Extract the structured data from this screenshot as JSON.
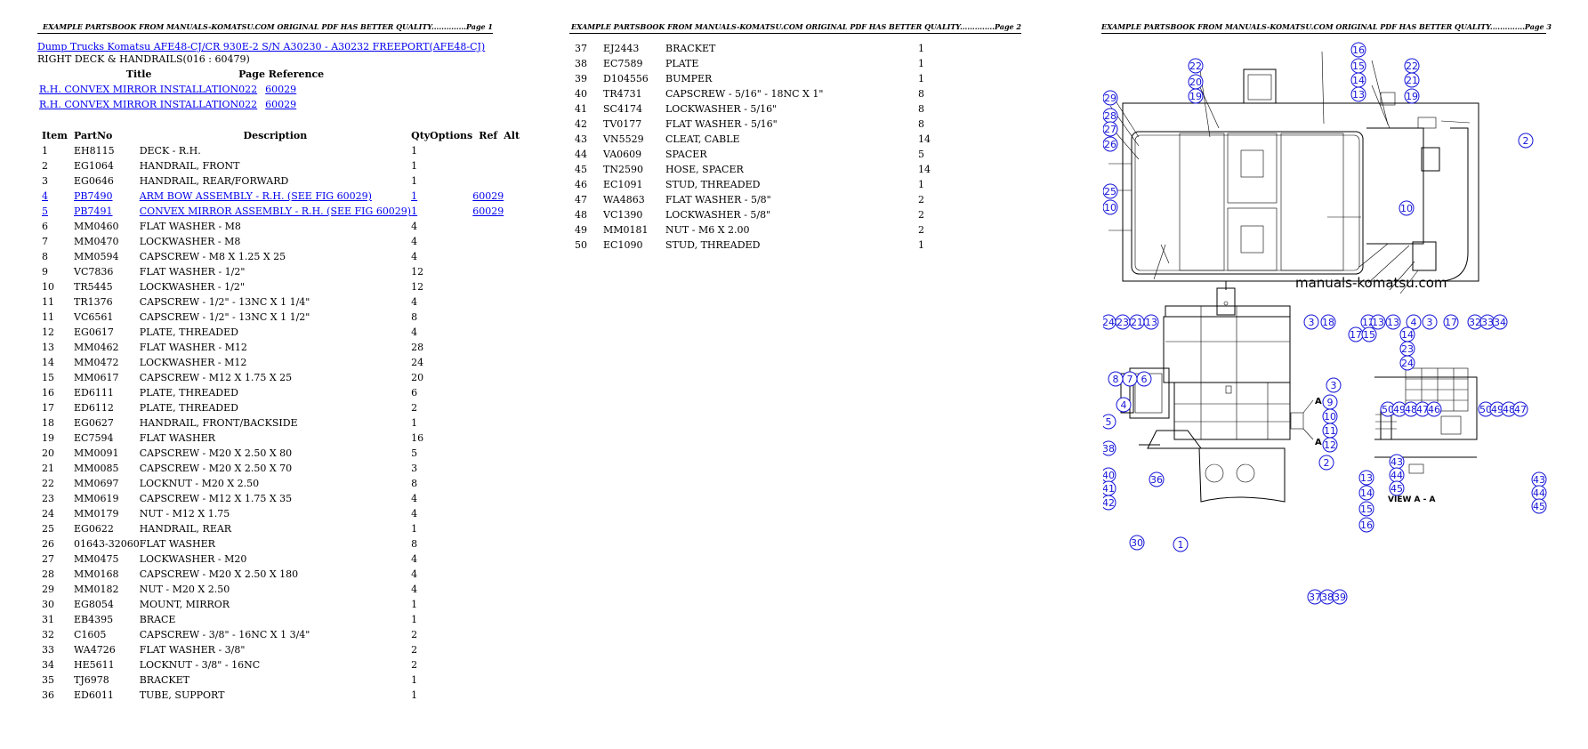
{
  "pages": {
    "p1": {
      "header": "EXAMPLE PARTSBOOK FROM MANUALS-KOMATSU.COM ORIGINAL PDF HAS BETTER QUALITY..............Page 1"
    },
    "p2": {
      "header": "EXAMPLE PARTSBOOK FROM MANUALS-KOMATSU.COM ORIGINAL PDF HAS BETTER QUALITY..............Page 2"
    },
    "p3": {
      "header": "EXAMPLE PARTSBOOK FROM MANUALS-KOMATSU.COM ORIGINAL PDF HAS BETTER QUALITY..............Page 3"
    }
  },
  "doc": {
    "title_link": "Dump Trucks Komatsu AFE48-CJ/CR 930E-2 S/N A30230 - A30232 FREEPORT(AFE48-CJ)",
    "subtitle": "RIGHT DECK & HANDRAILS(016 : 60479)"
  },
  "ref_table": {
    "headers": {
      "title": "Title",
      "page_reference": "Page Reference"
    },
    "rows": [
      {
        "title": "R.H. CONVEX MIRROR INSTALLATION",
        "page": "022",
        "ref": "60029"
      },
      {
        "title": "R.H. CONVEX MIRROR INSTALLATION",
        "page": "022",
        "ref": "60029"
      }
    ]
  },
  "parts_headers": {
    "item": "Item",
    "partno": "PartNo",
    "description": "Description",
    "qty": "Qty",
    "options": "Options",
    "ref": "Ref",
    "alt": "Alt"
  },
  "parts_page1": [
    {
      "item": "1",
      "partno": "EH8115",
      "desc": "DECK - R.H.",
      "qty": "1",
      "ref": ""
    },
    {
      "item": "2",
      "partno": "EG1064",
      "desc": "HANDRAIL, FRONT",
      "qty": "1",
      "ref": ""
    },
    {
      "item": "3",
      "partno": "EG0646",
      "desc": "HANDRAIL, REAR/FORWARD",
      "qty": "1",
      "ref": ""
    },
    {
      "item": "4",
      "partno": "PB7490",
      "desc": "ARM BOW ASSEMBLY - R.H. (SEE FIG 60029)",
      "qty": "1",
      "ref": "60029"
    },
    {
      "item": "5",
      "partno": "PB7491",
      "desc": "CONVEX MIRROR ASSEMBLY - R.H. (SEE FIG 60029)",
      "qty": "1",
      "ref": "60029"
    },
    {
      "item": "6",
      "partno": "MM0460",
      "desc": "FLAT WASHER - M8",
      "qty": "4",
      "ref": ""
    },
    {
      "item": "7",
      "partno": "MM0470",
      "desc": "LOCKWASHER - M8",
      "qty": "4",
      "ref": ""
    },
    {
      "item": "8",
      "partno": "MM0594",
      "desc": "CAPSCREW - M8 X 1.25 X 25",
      "qty": "4",
      "ref": ""
    },
    {
      "item": "9",
      "partno": "VC7836",
      "desc": "FLAT WASHER - 1/2\"",
      "qty": "12",
      "ref": ""
    },
    {
      "item": "10",
      "partno": "TR5445",
      "desc": "LOCKWASHER - 1/2\"",
      "qty": "12",
      "ref": ""
    },
    {
      "item": "11",
      "partno": "TR1376",
      "desc": "CAPSCREW - 1/2\" - 13NC X 1 1/4\"",
      "qty": "4",
      "ref": ""
    },
    {
      "item": "11",
      "partno": "VC6561",
      "desc": "CAPSCREW - 1/2\" - 13NC X 1 1/2\"",
      "qty": "8",
      "ref": ""
    },
    {
      "item": "12",
      "partno": "EG0617",
      "desc": "PLATE, THREADED",
      "qty": "4",
      "ref": ""
    },
    {
      "item": "13",
      "partno": "MM0462",
      "desc": "FLAT WASHER - M12",
      "qty": "28",
      "ref": ""
    },
    {
      "item": "14",
      "partno": "MM0472",
      "desc": "LOCKWASHER - M12",
      "qty": "24",
      "ref": ""
    },
    {
      "item": "15",
      "partno": "MM0617",
      "desc": "CAPSCREW - M12 X 1.75 X 25",
      "qty": "20",
      "ref": ""
    },
    {
      "item": "16",
      "partno": "ED6111",
      "desc": "PLATE, THREADED",
      "qty": "6",
      "ref": ""
    },
    {
      "item": "17",
      "partno": "ED6112",
      "desc": "PLATE, THREADED",
      "qty": "2",
      "ref": ""
    },
    {
      "item": "18",
      "partno": "EG0627",
      "desc": "HANDRAIL, FRONT/BACKSIDE",
      "qty": "1",
      "ref": ""
    },
    {
      "item": "19",
      "partno": "EC7594",
      "desc": "FLAT WASHER",
      "qty": "16",
      "ref": ""
    },
    {
      "item": "20",
      "partno": "MM0091",
      "desc": "CAPSCREW - M20 X 2.50 X 80",
      "qty": "5",
      "ref": ""
    },
    {
      "item": "21",
      "partno": "MM0085",
      "desc": "CAPSCREW - M20 X 2.50 X 70",
      "qty": "3",
      "ref": ""
    },
    {
      "item": "22",
      "partno": "MM0697",
      "desc": "LOCKNUT - M20 X 2.50",
      "qty": "8",
      "ref": ""
    },
    {
      "item": "23",
      "partno": "MM0619",
      "desc": "CAPSCREW - M12 X 1.75 X 35",
      "qty": "4",
      "ref": ""
    },
    {
      "item": "24",
      "partno": "MM0179",
      "desc": "NUT - M12 X 1.75",
      "qty": "4",
      "ref": ""
    },
    {
      "item": "25",
      "partno": "EG0622",
      "desc": "HANDRAIL, REAR",
      "qty": "1",
      "ref": ""
    },
    {
      "item": "26",
      "partno": "01643-32060",
      "desc": "FLAT WASHER",
      "qty": "8",
      "ref": ""
    },
    {
      "item": "27",
      "partno": "MM0475",
      "desc": "LOCKWASHER - M20",
      "qty": "4",
      "ref": ""
    },
    {
      "item": "28",
      "partno": "MM0168",
      "desc": "CAPSCREW - M20 X 2.50 X 180",
      "qty": "4",
      "ref": ""
    },
    {
      "item": "29",
      "partno": "MM0182",
      "desc": "NUT - M20 X 2.50",
      "qty": "4",
      "ref": ""
    },
    {
      "item": "30",
      "partno": "EG8054",
      "desc": "MOUNT, MIRROR",
      "qty": "1",
      "ref": ""
    },
    {
      "item": "31",
      "partno": "EB4395",
      "desc": "BRACE",
      "qty": "1",
      "ref": ""
    },
    {
      "item": "32",
      "partno": "C1605",
      "desc": "CAPSCREW - 3/8\" - 16NC X 1 3/4\"",
      "qty": "2",
      "ref": ""
    },
    {
      "item": "33",
      "partno": "WA4726",
      "desc": "FLAT WASHER - 3/8\"",
      "qty": "2",
      "ref": ""
    },
    {
      "item": "34",
      "partno": "HE5611",
      "desc": "LOCKNUT - 3/8\" - 16NC",
      "qty": "2",
      "ref": ""
    },
    {
      "item": "35",
      "partno": "TJ6978",
      "desc": "BRACKET",
      "qty": "1",
      "ref": ""
    },
    {
      "item": "36",
      "partno": "ED6011",
      "desc": "TUBE, SUPPORT",
      "qty": "1",
      "ref": ""
    }
  ],
  "parts_page2": [
    {
      "item": "37",
      "partno": "EJ2443",
      "desc": "BRACKET",
      "qty": "1"
    },
    {
      "item": "38",
      "partno": "EC7589",
      "desc": "PLATE",
      "qty": "1"
    },
    {
      "item": "39",
      "partno": "D104556",
      "desc": "BUMPER",
      "qty": "1"
    },
    {
      "item": "40",
      "partno": "TR4731",
      "desc": "CAPSCREW - 5/16\" - 18NC X 1\"",
      "qty": "8"
    },
    {
      "item": "41",
      "partno": "SC4174",
      "desc": "LOCKWASHER - 5/16\"",
      "qty": "8"
    },
    {
      "item": "42",
      "partno": "TV0177",
      "desc": "FLAT WASHER - 5/16\"",
      "qty": "8"
    },
    {
      "item": "43",
      "partno": "VN5529",
      "desc": "CLEAT, CABLE",
      "qty": "14"
    },
    {
      "item": "44",
      "partno": "VA0609",
      "desc": "SPACER",
      "qty": "5"
    },
    {
      "item": "45",
      "partno": "TN2590",
      "desc": "HOSE, SPACER",
      "qty": "14"
    },
    {
      "item": "46",
      "partno": "EC1091",
      "desc": "STUD, THREADED",
      "qty": "1"
    },
    {
      "item": "47",
      "partno": "WA4863",
      "desc": "FLAT WASHER - 5/8\"",
      "qty": "2"
    },
    {
      "item": "48",
      "partno": "VC1390",
      "desc": "LOCKWASHER - 5/8\"",
      "qty": "2"
    },
    {
      "item": "49",
      "partno": "MM0181",
      "desc": "NUT - M6 X 2.00",
      "qty": "2"
    },
    {
      "item": "50",
      "partno": "EC1090",
      "desc": "STUD, THREADED",
      "qty": "1"
    }
  ],
  "diagram": {
    "watermark": "manuals-komatsu.com",
    "view_label": "VIEW A - A",
    "section_mark": "A"
  }
}
